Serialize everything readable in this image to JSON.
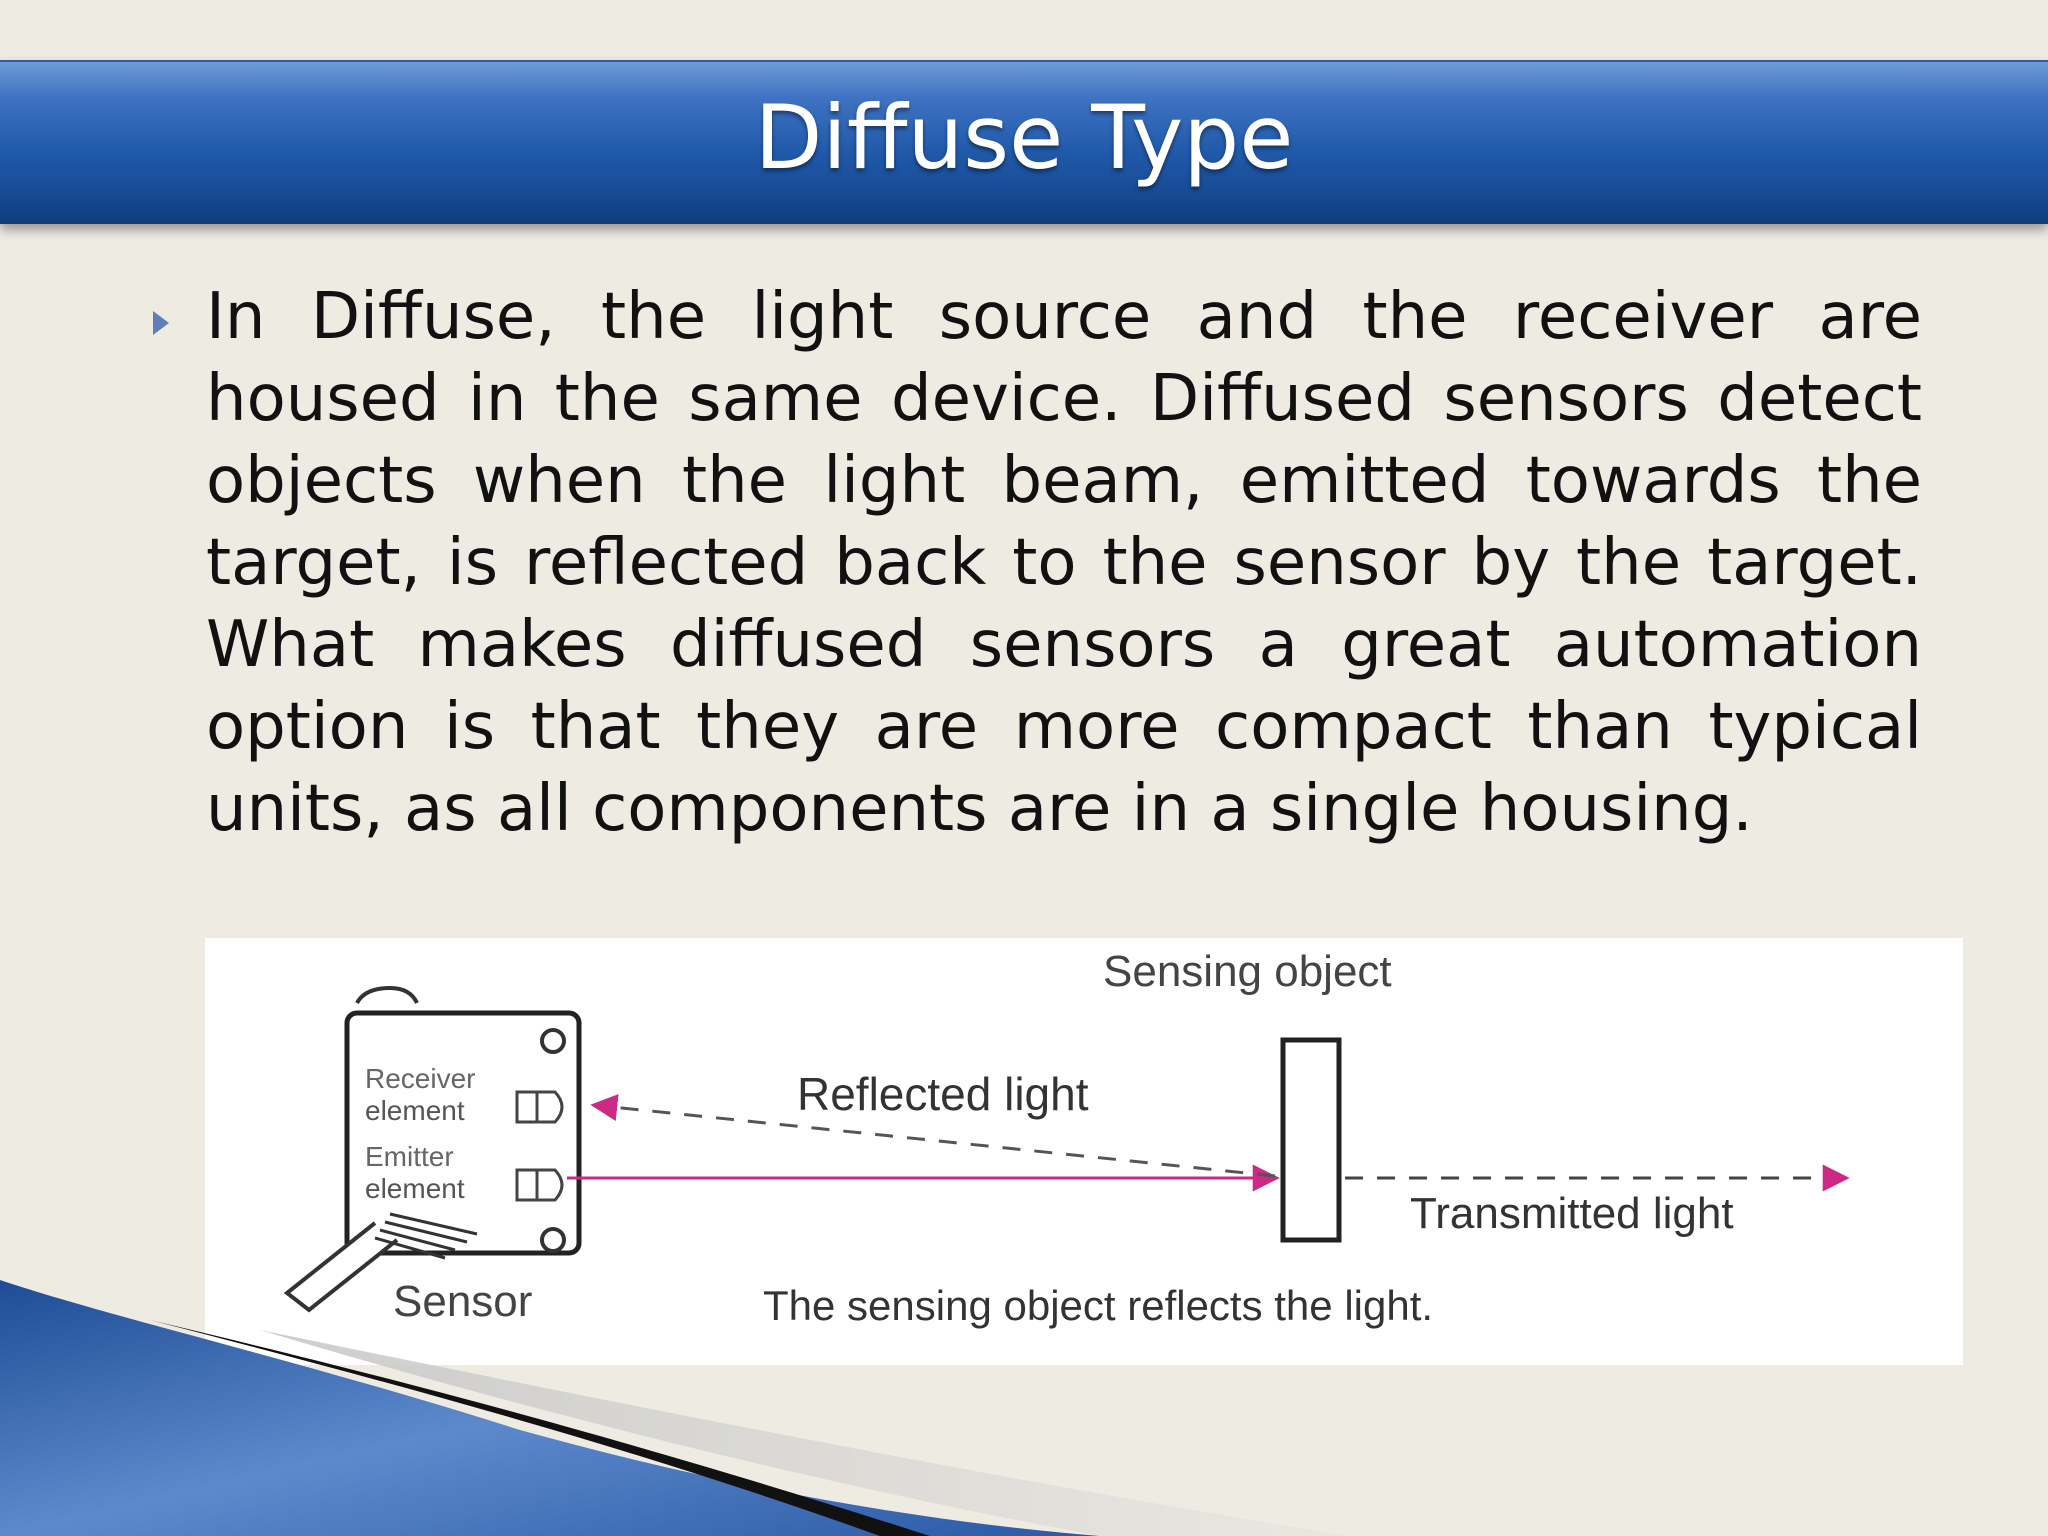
{
  "slide": {
    "title": "Diffuse Type",
    "body": "In Diffuse, the light source and the receiver are housed in the same device. Diffused sensors detect objects when the light beam, emitted towards the target, is reflected back to the sensor by the target. What makes diffused sensors a great automation option is that they are more compact than typical units, as all components are in a single housing."
  },
  "diagram": {
    "sensing_object": "Sensing object",
    "reflected_light": "Reflected light",
    "transmitted_light": "Transmitted light",
    "receiver_element_line1": "Receiver",
    "receiver_element_line2": "element",
    "emitter_element_line1": "Emitter",
    "emitter_element_line2": "element",
    "sensor": "Sensor",
    "caption": "The sensing object reflects the light.",
    "arrow_color": "#cc2a84"
  },
  "theme": {
    "title_bar": "#215aab",
    "bullet": "#5b7fb6",
    "background": "#eeebe3"
  }
}
